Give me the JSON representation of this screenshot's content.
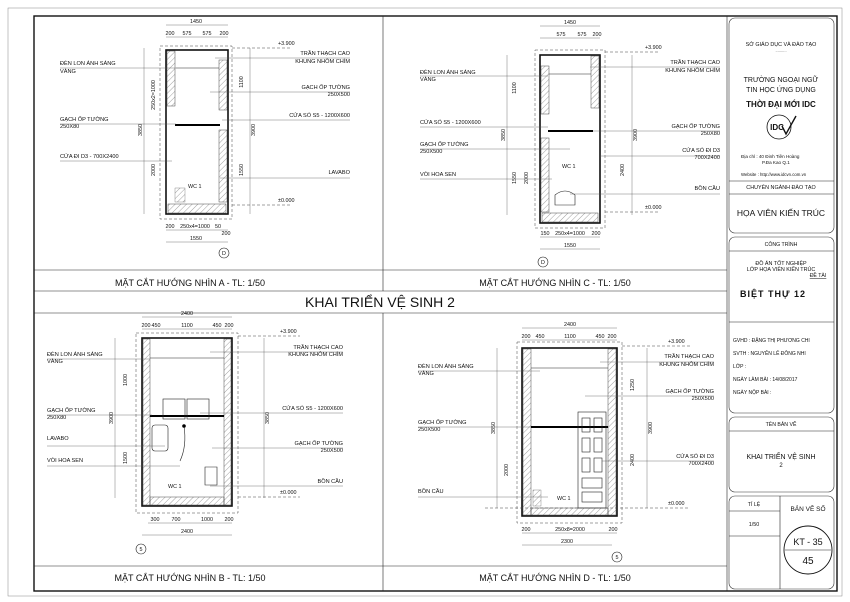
{
  "sheet_title": "KHAI TRIỂN VỆ SINH 2",
  "panels": {
    "a": {
      "caption": "MẶT CẮT HƯỚNG NHÌN A - TL: 1/50",
      "marker": "D",
      "dims_top": [
        "1450",
        "200",
        "575",
        "575",
        "200"
      ],
      "dims_bottom": [
        "200",
        "250x4=1000",
        "50",
        "200",
        "1550"
      ],
      "dims_side": [
        "3850",
        "3900",
        "1100",
        "2000",
        "1550",
        "250x2=1000"
      ],
      "levels": [
        "+3.900",
        "±0.000"
      ],
      "labels_left": [
        "ĐÈN LON ÁNH SÁNG",
        "VÀNG",
        "GẠCH ỐP TƯỜNG",
        "250X80",
        "CỬA ĐI D3 - 700X2400"
      ],
      "labels_right": [
        "TRẦN THẠCH CAO",
        "KHUNG NHÔM CHÌM",
        "GẠCH ỐP TƯỜNG",
        "250X500",
        "CỬA SỔ S5 - 1200X600",
        "LAVABO"
      ],
      "room_tag": "WC 1"
    },
    "c": {
      "caption": "MẶT CẮT HƯỚNG NHÌN C - TL: 1/50",
      "marker": "D",
      "dims_top": [
        "1450",
        "575",
        "575",
        "200"
      ],
      "dims_bottom": [
        "150",
        "250x4=1000",
        "200",
        "1550"
      ],
      "dims_side": [
        "3850",
        "3900",
        "1100",
        "2000",
        "2400",
        "1550"
      ],
      "levels": [
        "+3.900",
        "±0.000"
      ],
      "labels_left": [
        "ĐÈN LON ÁNH SÁNG",
        "VÀNG",
        "CỬA SỔ S5 - 1200X600",
        "GẠCH ỐP TƯỜNG",
        "250X500",
        "VÒI HOA SEN"
      ],
      "labels_right": [
        "TRẦN THẠCH CAO",
        "KHUNG NHÔM CHÌM",
        "GẠCH ỐP TƯỜNG",
        "250X80",
        "CỬA SỔ ĐI D3",
        "700X2400",
        "BỒN CẦU"
      ],
      "room_tag": "WC 1"
    },
    "b": {
      "caption": "MẶT CẮT HƯỚNG NHÌN B - TL: 1/50",
      "marker": "5",
      "dims_top": [
        "2400",
        "200",
        "450",
        "1100",
        "450",
        "200"
      ],
      "dims_bottom": [
        "300",
        "700",
        "1000",
        "200",
        "2400"
      ],
      "dims_side": [
        "3900",
        "3850",
        "1000",
        "1500"
      ],
      "levels": [
        "+3.900",
        "±0.000"
      ],
      "labels_left": [
        "ĐÈN LON ÁNH SÁNG",
        "VÀNG",
        "GẠCH ỐP TƯỜNG",
        "250X80",
        "LAVABO",
        "VÒI HOA SEN"
      ],
      "labels_right": [
        "TRẦN THẠCH CAO",
        "KHUNG NHÔM CHÌM",
        "CỬA SỔ S5 - 1200X600",
        "GẠCH ỐP TƯỜNG",
        "250X500",
        "BỒN CẦU"
      ],
      "room_tag": "WC 1"
    },
    "d": {
      "caption": "MẶT CẮT HƯỚNG NHÌN D - TL: 1/50",
      "marker": "5",
      "dims_top": [
        "2400",
        "200",
        "450",
        "1100",
        "450",
        "200"
      ],
      "dims_bottom": [
        "200",
        "250x8=2000",
        "200",
        "2300"
      ],
      "dims_side": [
        "3850",
        "3900",
        "2000",
        "1250",
        "2400"
      ],
      "levels": [
        "+3.900",
        "±0.000"
      ],
      "labels_left": [
        "ĐÈN LON ÁNH SÁNG",
        "VÀNG",
        "GẠCH ỐP TƯỜNG",
        "250X500",
        "BỒN CẦU"
      ],
      "labels_right": [
        "TRẦN THẠCH CAO",
        "KHUNG NHÔM CHÌM",
        "GẠCH ỐP TƯỜNG",
        "250X500",
        "CỬA SỔ ĐI D3",
        "700X2400"
      ],
      "room_tag": "WC 1"
    }
  },
  "title_block": {
    "department": "SỞ GIÁO DỤC VÀ ĐÀO TẠO",
    "dots": "..........",
    "school_line1": "TRƯỜNG NGOẠI NGỮ",
    "school_line2": "TIN HỌC ỨNG DỤNG",
    "school_name": "THỜI ĐẠI MỚI IDC",
    "logo_text": "IDC",
    "address_line1": "Địa chỉ  : 40 Đinh Tiên Hoàng",
    "address_line2": "P.Đa Kao    Q.1",
    "website": "Website : http://www.idcvn.com.vn",
    "major_header": "CHUYÊN NGÀNH ĐÀO TẠO",
    "major": "HỌA VIÊN KIẾN TRÚC",
    "project_header": "CÔNG TRÌNH",
    "project_line1": "ĐỒ ÁN TỐT NGHIỆP",
    "project_line2": "LỚP HỌA VIÊN KIẾN TRÚC",
    "topic_label": "ĐỀ TÀI",
    "project_name": "BIỆT THỰ 12",
    "gvhd": "GVHD  : ĐẶNG THỊ PHƯƠNG CHI",
    "svth": "SVTH   : NGUYỄN LÊ ĐÔNG NHI",
    "lop": "LỚP     :",
    "ngay_lam": "NGÀY LÀM BÀI  :  14/08/2017",
    "ngay_nop": "NGÀY NỘP BÀI  :",
    "drawing_name_header": "TÊN BẢN VẼ",
    "drawing_name_line1": "KHAI TRIỂN VỆ SINH",
    "drawing_name_line2": "2",
    "scale_header": "TỈ LỆ",
    "scale": "1/50",
    "sheet_no_header": "BẢN VẼ SỐ",
    "sheet_code": "KT - 35",
    "sheet_number": "45"
  }
}
